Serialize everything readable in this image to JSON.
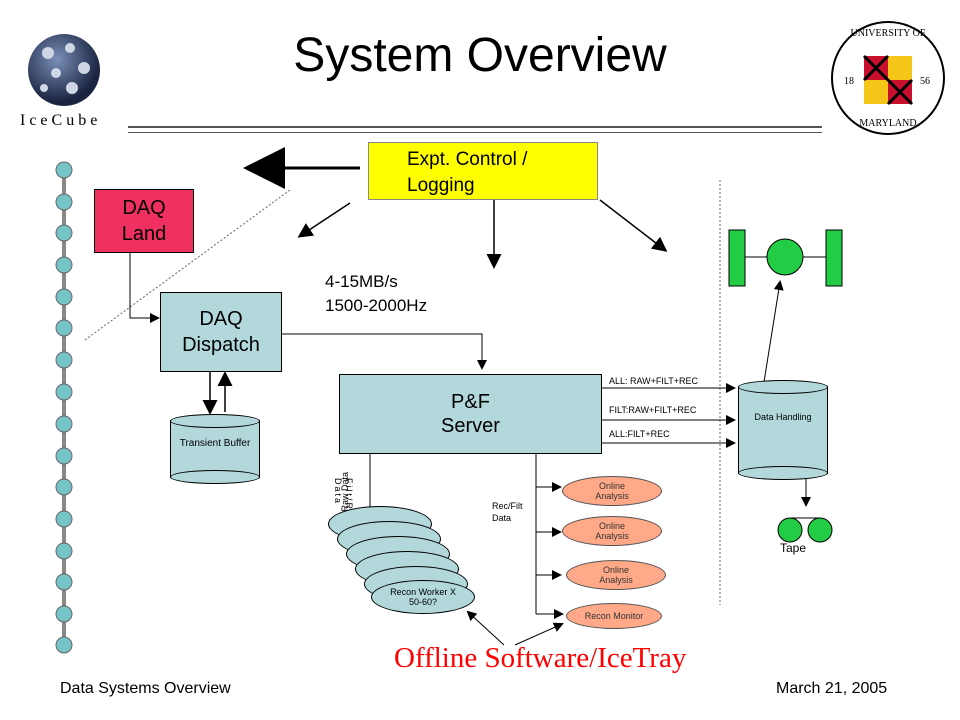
{
  "title": "System Overview",
  "logos": {
    "icecube_text": "IceCube",
    "umd_text": "UNIVERSITY OF MARYLAND",
    "umd_year_left": "18",
    "umd_year_right": "56"
  },
  "boxes": {
    "expt_control": "Expt. Control / Logging",
    "daq_land": "DAQ Land",
    "daq_dispatch": "DAQ Dispatch",
    "pf_server": "P&F Server",
    "transient_buffer": "Transient Buffer",
    "data_handling": "Data Handling",
    "tape": "Tape",
    "recon_worker": "Recon Worker X 50-60?"
  },
  "rate": {
    "line1": "4-15MB/s",
    "line2": "1500-2000Hz"
  },
  "streams": [
    "ALL: RAW+FILT+REC",
    "FILT:RAW+FILT+REC",
    "ALL:FILT+REC"
  ],
  "labels": {
    "raw_data": "Raw Data",
    "filt_recon_data": "Filt/Recon Data",
    "rec_filt_data": "Rec/Filt Data"
  },
  "analysis": [
    "Online Analysis",
    "Online Analysis",
    "Online Analysis",
    "Recon Monitor"
  ],
  "offline_label": "Offline Software/IceTray",
  "footer": {
    "left": "Data Systems Overview",
    "right": "March 21, 2005"
  },
  "colors": {
    "yellow": "#ffff00",
    "daq_land": "#f03060",
    "teal": "#b2d8dc",
    "green": "#22cc44",
    "salmon": "#ffa988",
    "red_text": "#ff0000"
  }
}
